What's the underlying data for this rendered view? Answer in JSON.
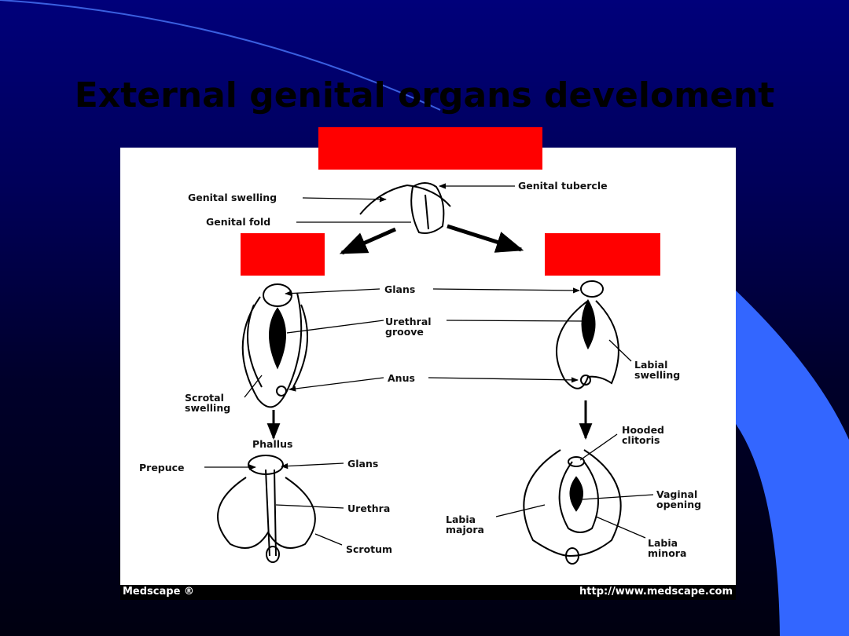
{
  "slide": {
    "title": "External genital organs develoment"
  },
  "diagram": {
    "labels": {
      "genital_swelling": "Genital swelling",
      "genital_fold": "Genital fold",
      "genital_tubercle": "Genital tubercle",
      "glans_mid": "Glans",
      "urethral_groove": "Urethral\ngroove",
      "anus": "Anus",
      "labial_swelling": "Labial\nswelling",
      "scrotal_swelling": "Scrotal\nswelling",
      "phallus": "Phallus",
      "prepuce": "Prepuce",
      "glans_lower": "Glans",
      "urethra": "Urethra",
      "scrotum": "Scrotum",
      "hooded_clitoris": "Hooded\nclitoris",
      "vaginal_opening": "Vaginal\nopening",
      "labia_majora": "Labia\nmajora",
      "labia_minora": "Labia\nminora"
    },
    "footer": {
      "brand": "Medscape ®",
      "url": "http://www.medscape.com"
    }
  },
  "colors": {
    "slide_bg": "#000058",
    "accent_blue": "#3366ff",
    "redaction": "#ff0000"
  }
}
